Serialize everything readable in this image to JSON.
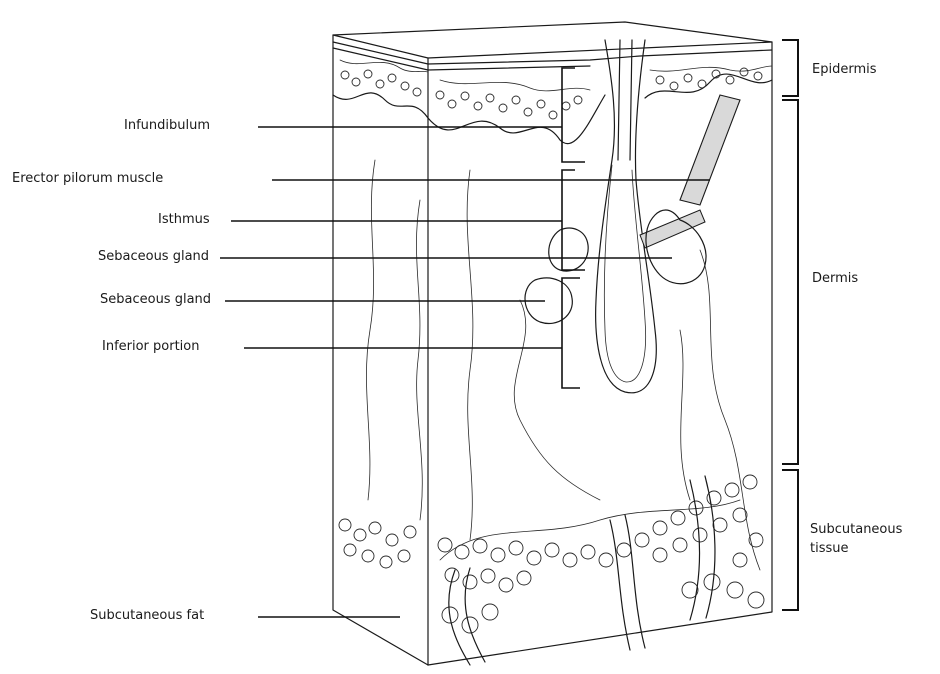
{
  "labels": {
    "infundibulum": "Infundibulum",
    "erector": "Erector pilorum muscle",
    "isthmus": "Isthmus",
    "sebaceous1": "Sebaceous gland",
    "sebaceous2": "Sebaceous gland",
    "inferior": "Inferior portion",
    "subcut_fat": "Subcutaneous fat",
    "epidermis": "Epidermis",
    "dermis": "Dermis",
    "subcut_tissue_1": "Subcutaneous",
    "subcut_tissue_2": "tissue"
  },
  "colors": {
    "ink": "#111111",
    "background": "#ffffff",
    "muscle": "#d9d9d9"
  }
}
